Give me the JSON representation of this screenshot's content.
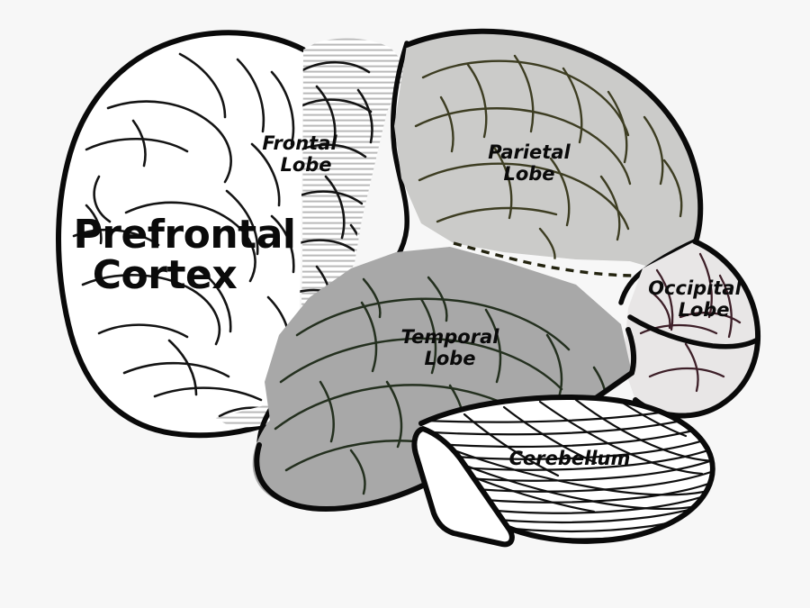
{
  "diagram": {
    "title": "Lateral view of the human brain with labeled lobes",
    "background_color": "#f7f7f7",
    "outline_color": "#0a0a0a"
  },
  "labels": {
    "prefrontal_cortex_line1": "Prefrontal",
    "prefrontal_cortex_line2": "Cortex",
    "frontal_line1": "Frontal",
    "frontal_line2": "Lobe",
    "parietal_line1": "Parietal",
    "parietal_line2": "Lobe",
    "occipital_line1": "Occipital",
    "occipital_line2": "Lobe",
    "temporal_line1": "Temporal",
    "temporal_line2": "Lobe",
    "cerebellum": "Cerebellum"
  },
  "regions": [
    {
      "id": "prefrontal-cortex",
      "name": "Prefrontal Cortex",
      "fill": "#ffffff",
      "sulci_color": "#141414",
      "texture": "plain"
    },
    {
      "id": "frontal-lobe",
      "name": "Frontal Lobe",
      "fill": "#ffffff",
      "sulci_color": "#141414",
      "texture": "horizontal-hatch"
    },
    {
      "id": "parietal-lobe",
      "name": "Parietal Lobe",
      "fill": "#cbcbc9",
      "sulci_color": "#3d3d22",
      "texture": "plain"
    },
    {
      "id": "temporal-lobe",
      "name": "Temporal Lobe",
      "fill": "#a8a8a8",
      "sulci_color": "#24301f",
      "texture": "plain"
    },
    {
      "id": "occipital-lobe",
      "name": "Occipital Lobe",
      "fill": "#e8e6e6",
      "sulci_color": "#3d1f28",
      "texture": "plain"
    },
    {
      "id": "cerebellum",
      "name": "Cerebellum",
      "fill": "#ffffff",
      "sulci_color": "#0f0f0f",
      "texture": "folia-stripes"
    },
    {
      "id": "brainstem",
      "name": "Brainstem",
      "fill": "#ffffff",
      "sulci_color": "#0f0f0f",
      "texture": "plain"
    }
  ],
  "boundaries": [
    {
      "id": "central-sulcus",
      "name": "Central sulcus (frontal / parietal border)",
      "style": "thick-solid"
    },
    {
      "id": "lateral-fissure",
      "name": "Lateral fissure (frontal / temporal border)",
      "style": "thick-solid"
    },
    {
      "id": "parieto-temporal-border",
      "name": "Parietal / temporal border",
      "style": "dashed"
    },
    {
      "id": "parieto-occipital-sulcus",
      "name": "Parieto-occipital sulcus",
      "style": "thick-solid"
    }
  ]
}
